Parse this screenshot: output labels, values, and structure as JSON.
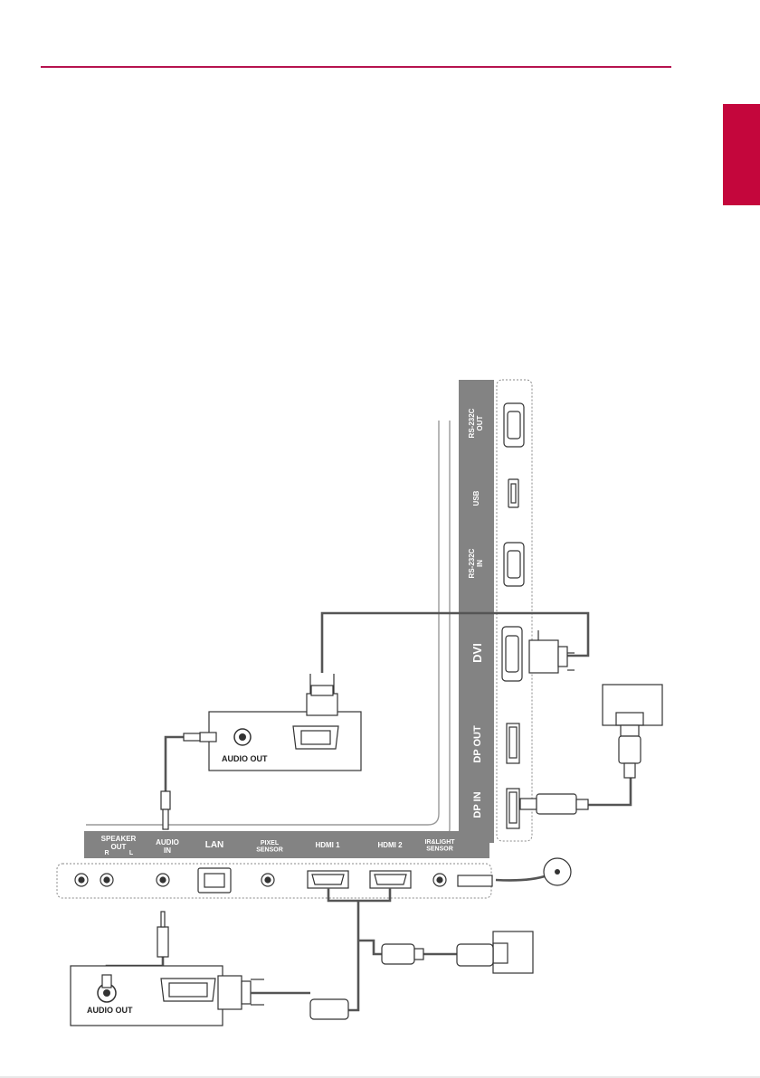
{
  "colors": {
    "accent": "#c4063c",
    "panel": "#838383",
    "cable": "#555555"
  },
  "panel_bottom": {
    "speaker_out": "SPEAKER\nOUT",
    "speaker_r": "R",
    "speaker_l": "L",
    "audio_in": "AUDIO\nIN",
    "lan": "LAN",
    "pixel_sensor": "PIXEL\nSENSOR",
    "hdmi1": "HDMI 1",
    "hdmi2": "HDMI 2",
    "ir_light_sensor": "IR&LIGHT\nSENSOR"
  },
  "panel_side": {
    "rs232c_out": "RS-232C\nOUT",
    "usb": "USB",
    "rs232c_in": "RS-232C\nIN",
    "dvi": "DVI",
    "dp_out": "DP OUT",
    "dp_in": "DP IN"
  },
  "device_top": {
    "audio_out": "AUDIO OUT"
  },
  "device_bottom": {
    "audio_out": "AUDIO OUT"
  }
}
